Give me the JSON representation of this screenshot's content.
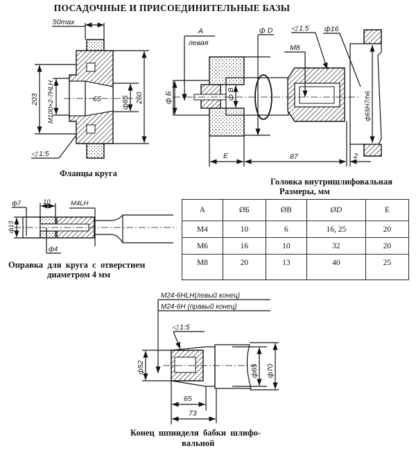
{
  "title": "ПОСАДОЧНЫЕ И ПРИСОЕДИНИТЕЛЬНЫЕ БАЗЫ",
  "flange": {
    "caption": "Фланцы круга",
    "labels": {
      "width": "50max",
      "outer": "260",
      "pitch": "203",
      "thread": "M100×2-7HLH",
      "bore": "ф65",
      "depth": "65",
      "taper": "◁ 1:5"
    }
  },
  "head": {
    "caption": "Головка внутришлифовальная",
    "labels": {
      "a": "A",
      "left": "левая",
      "d": "ф D",
      "taper": "◁ 1:5",
      "d16": "ф16",
      "m8": "M8",
      "b": "ф Б",
      "v": "ф В",
      "fit": "ф65H7/h6",
      "e": "E",
      "len": "87",
      "gap": "2"
    }
  },
  "table": {
    "caption": "Размеры, мм",
    "headers": [
      "A",
      "ØБ",
      "ØВ",
      "ØD",
      "E"
    ],
    "rows": [
      [
        "M4",
        "10",
        "6",
        "16, 25",
        "20"
      ],
      [
        "M6",
        "16",
        "10",
        "32",
        "20"
      ],
      [
        "M8",
        "20",
        "13",
        "40",
        "25"
      ]
    ]
  },
  "mandrel": {
    "caption_line1": "Оправка  для  круга  с  отверстием",
    "caption_line2": "диаметром 4 мм",
    "labels": {
      "d7": "ф7",
      "len": "10",
      "thread": "M4LH",
      "d13": "ф13",
      "d4": "ф4"
    }
  },
  "spindle": {
    "caption_line1": "Конец  шпинделя  бабки  шлифо-",
    "caption_line2": "вальной",
    "labels": {
      "thread_left": "M24-6HLH(левый конец)",
      "thread_right": "M24-6H (правый конец)",
      "taper": "◁ 1:5",
      "d52": "ф52",
      "d65": "ф65",
      "d70": "ф70",
      "l65": "65",
      "l73": "73"
    }
  }
}
